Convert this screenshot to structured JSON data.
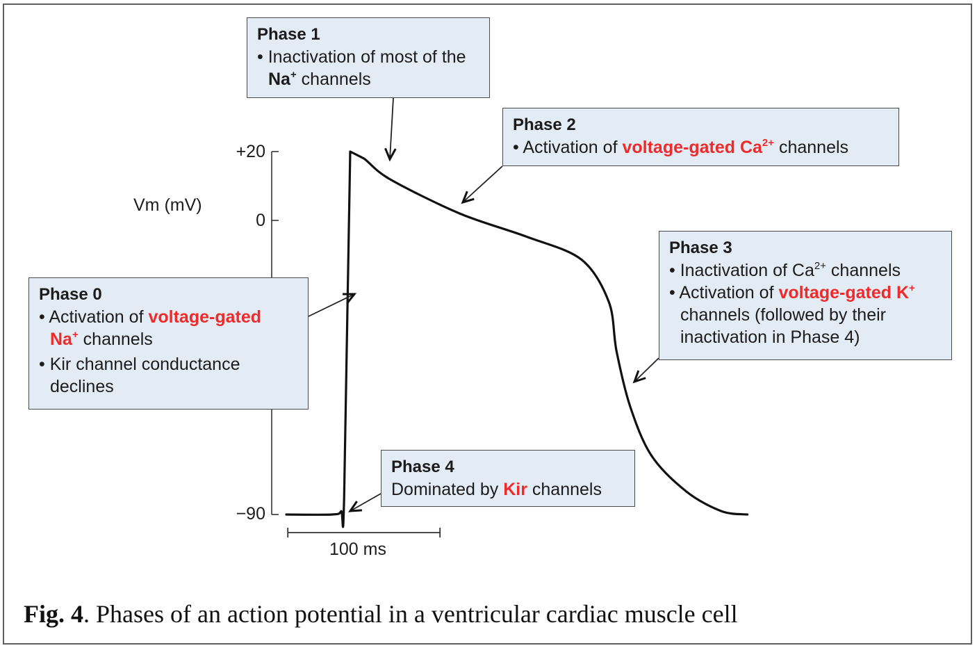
{
  "figure": {
    "caption_label": "Fig. 4",
    "caption_text": ".  Phases of an action potential in a ventricular cardiac muscle cell"
  },
  "chart_data": {
    "type": "line",
    "title": "Phases of an action potential in a ventricular cardiac muscle cell",
    "ylabel": "Vm (mV)",
    "xlabel": "",
    "y_ticks": [
      {
        "label": "+20",
        "value": 20
      },
      {
        "label": "0",
        "value": 0
      },
      {
        "label": "−90",
        "value": -90
      }
    ],
    "scale_bar": {
      "label": "100 ms",
      "value_ms": 100
    },
    "series": [
      {
        "name": "Vm",
        "x_ms": [
          0,
          30,
          36,
          38,
          42,
          51,
          68,
          114,
          158,
          194,
          212,
          217,
          226,
          240,
          263,
          286,
          303
        ],
        "y_mv": [
          -90,
          -90,
          -89,
          -85,
          20,
          18,
          12,
          2,
          -5,
          -12,
          -25,
          -40,
          -57,
          -72,
          -83,
          -89,
          -90
        ]
      }
    ],
    "phases": [
      {
        "id": 0,
        "title": "Phase 0",
        "points": [
          [
            {
              "t": "Activation of "
            },
            {
              "t": "voltage-gated",
              "style": "red"
            },
            {
              "t": " "
            }
          ],
          [
            {
              "t": "Na",
              "style": "red"
            },
            {
              "t": "+",
              "style": "red-sup"
            },
            {
              "t": " channels"
            }
          ]
        ],
        "bullets": [
          {
            "parts": [
              {
                "t": "Activation of "
              },
              {
                "t": "voltage-gated",
                "s": "red"
              },
              {
                "t": "Na",
                "s": "red",
                "br": true
              },
              {
                "t": "+",
                "s": "sup"
              },
              {
                "t": " channels"
              }
            ]
          },
          {
            "parts": [
              {
                "t": "Kir channel conductance declines"
              }
            ]
          }
        ]
      },
      {
        "id": 1,
        "title": "Phase 1"
      },
      {
        "id": 2,
        "title": "Phase 2"
      },
      {
        "id": 3,
        "title": "Phase 3"
      },
      {
        "id": 4,
        "title": "Phase 4"
      }
    ]
  },
  "boxes": {
    "phase0": {
      "title": "Phase 0",
      "b1_a": "Activation of ",
      "b1_red": "voltage-gated",
      "b1_na": "Na",
      "b1_sup": "+",
      "b1_c": " channels",
      "b2": "Kir channel conductance declines"
    },
    "phase1": {
      "title": "Phase 1",
      "b1_a": "Inactivation of most of the ",
      "b1_bold": "Na",
      "b1_sup": "+",
      "b1_c": " channels"
    },
    "phase2": {
      "title": "Phase 2",
      "b1_a": "Activation of ",
      "b1_red": "voltage-gated Ca",
      "b1_sup": "2+",
      "b1_c": " channels"
    },
    "phase3": {
      "title": "Phase 3",
      "b1_a": "Inactivation of Ca",
      "b1_sup": "2+",
      "b1_c": " channels",
      "b2_a": "Activation of ",
      "b2_red": "voltage-gated K",
      "b2_sup": "+",
      "b2_c": " channels (followed by their inactivation in Phase 4)"
    },
    "phase4": {
      "title": "Phase 4",
      "b1_a": "Dominated by ",
      "b1_red": "Kir",
      "b1_c": " channels"
    }
  },
  "colors": {
    "box_fill": "#e3ebf5",
    "highlight_red": "#ee2b2b",
    "trace": "#111111"
  }
}
